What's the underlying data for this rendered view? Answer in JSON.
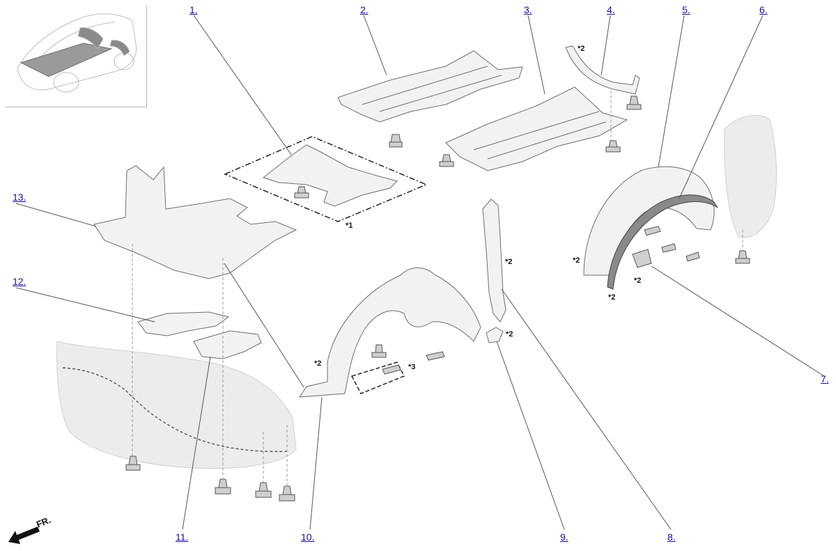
{
  "diagram": {
    "callouts": [
      {
        "id": "c1",
        "text": "1."
      },
      {
        "id": "c2",
        "text": "2."
      },
      {
        "id": "c3",
        "text": "3."
      },
      {
        "id": "c4",
        "text": "4."
      },
      {
        "id": "c5",
        "text": "5."
      },
      {
        "id": "c6",
        "text": "6."
      },
      {
        "id": "c7",
        "text": "7."
      },
      {
        "id": "c8",
        "text": "8."
      },
      {
        "id": "c9",
        "text": "9."
      },
      {
        "id": "c10",
        "text": "10."
      },
      {
        "id": "c11",
        "text": "11."
      },
      {
        "id": "c12",
        "text": "12."
      },
      {
        "id": "c13",
        "text": "13."
      }
    ],
    "notes": {
      "n1": "*1",
      "n2a": "*2",
      "n2b": "*2",
      "n2c": "*2",
      "n2d": "*2",
      "n2e": "*2",
      "n2f": "*2",
      "n2g": "*2",
      "n3": "*3"
    },
    "direction_label": "FR.",
    "colors": {
      "link": "#1a0dab",
      "part_fill": "#f2f2f2",
      "part_stroke": "#6e6e6e",
      "leader": "#555555",
      "ghost": "#d9d9d9"
    }
  }
}
